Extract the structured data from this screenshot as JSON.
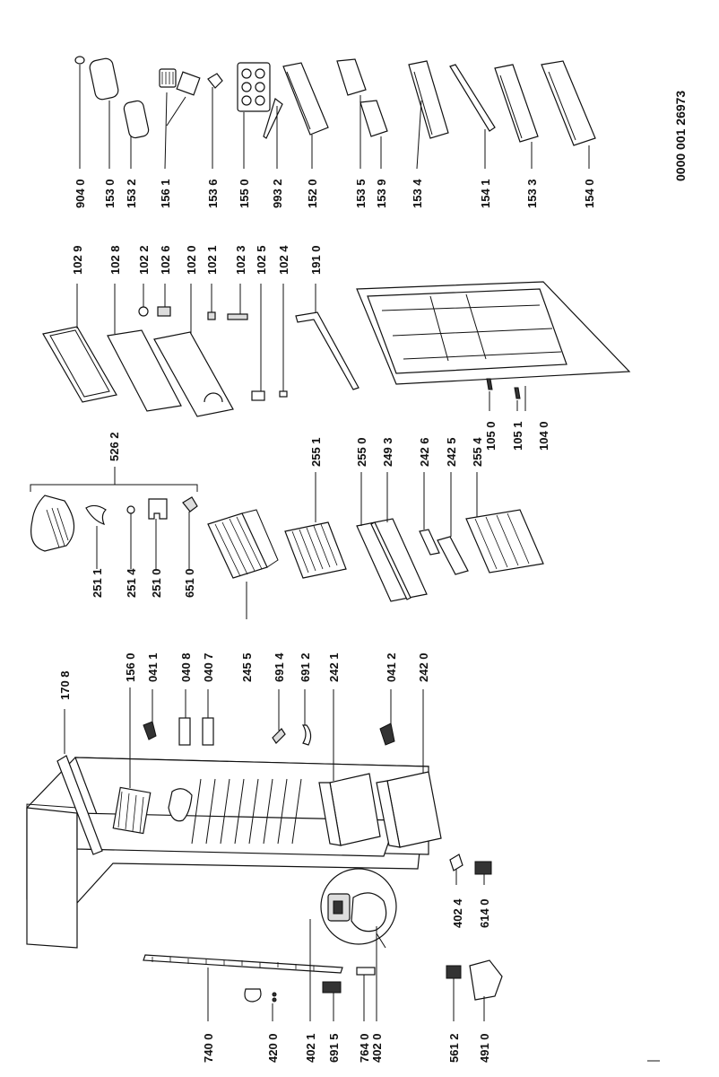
{
  "document_number": "0000 001 26973",
  "part_labels": {
    "p9040": "904 0",
    "p1530": "153 0",
    "p1532": "153 2",
    "p1561": "156 1",
    "p1536": "153 6",
    "p1550": "155 0",
    "p9932": "993 2",
    "p1520": "152 0",
    "p1535": "153 5",
    "p1539": "153 9",
    "p1534": "153 4",
    "p1541": "154 1",
    "p1533": "153 3",
    "p1540": "154 0",
    "p1029": "102 9",
    "p1028": "102 8",
    "p1022": "102 2",
    "p1026": "102 6",
    "p1020": "102 0",
    "p1021": "102 1",
    "p1023": "102 3",
    "p1025": "102 5",
    "p1024": "102 4",
    "p1910": "191 0",
    "p5262": "526 2",
    "p2551": "255 1",
    "p2550": "255 0",
    "p2493": "249 3",
    "p2426": "242 6",
    "p2425": "242 5",
    "p2554": "255 4",
    "p1050": "105 0",
    "p1051": "105 1",
    "p1040": "104 0",
    "p2511": "251 1",
    "p2514": "251 4",
    "p2510": "251 0",
    "p6510": "651 0",
    "p1708": "170 8",
    "p1560": "156 0",
    "p0411": "041 1",
    "p0408": "040 8",
    "p0407": "040 7",
    "p2455": "245 5",
    "p6914": "691 4",
    "p6912": "691 2",
    "p2421": "242 1",
    "p0412": "041 2",
    "p2420": "242 0",
    "p4024": "402 4",
    "p6140": "614 0",
    "p7400": "740 0",
    "p4200": "420 0",
    "p4021": "402 1",
    "p6915": "691 5",
    "p7640": "764 0",
    "p4020": "402 0",
    "p5612": "561 2",
    "p4910": "491 0"
  }
}
